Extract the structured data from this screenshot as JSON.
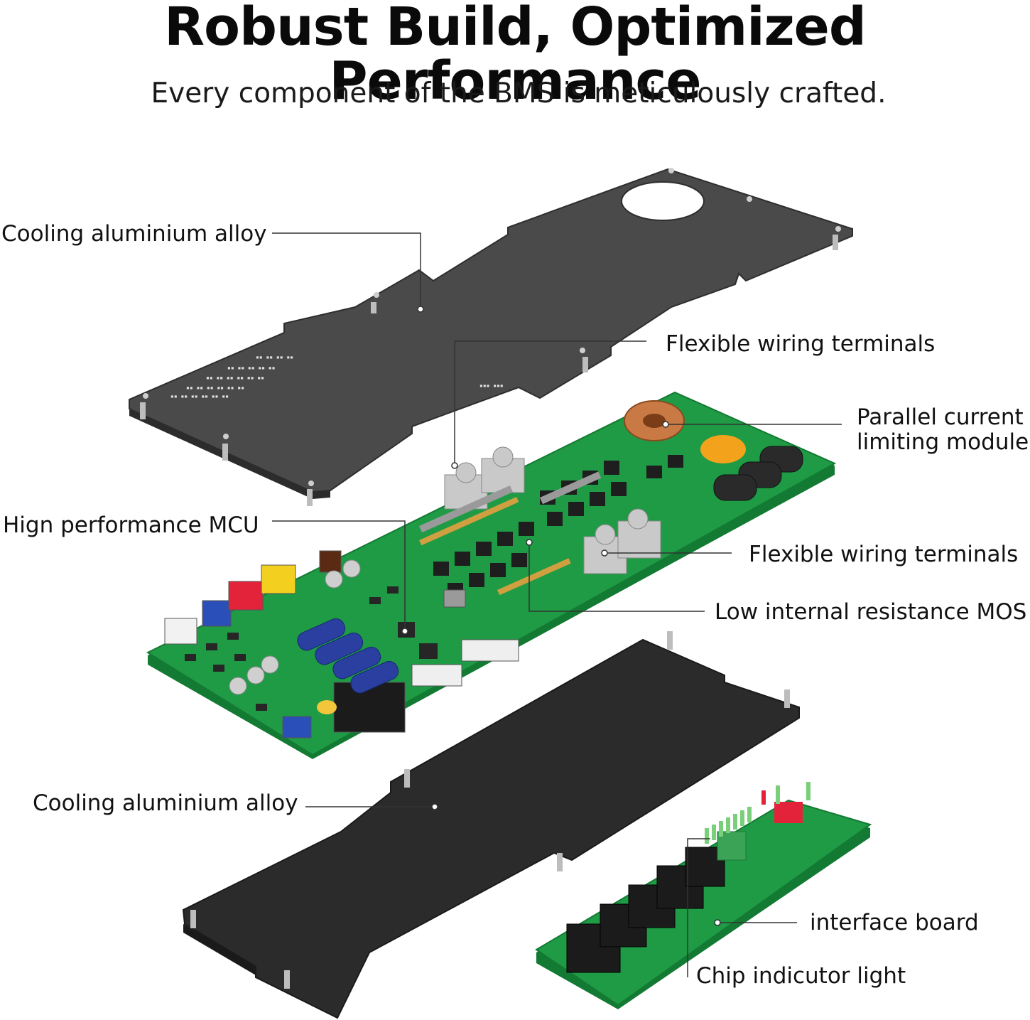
{
  "header": {
    "title": "Robust Build, Optimized Performance",
    "subtitle": "Every component of the BMS is meticulously crafted."
  },
  "callouts": {
    "top_plate": "Cooling aluminium alloy",
    "wiring_top": "Flexible wiring terminals",
    "parallel_line1": "Parallel current",
    "parallel_line2": "limiting module",
    "mcu": "Hign performance MCU",
    "wiring_bottom": "Flexible wiring terminals",
    "mos": "Low internal resistance MOS",
    "bottom_plate": "Cooling aluminium alloy",
    "interface": "interface board",
    "indicator": "Chip indicutor light"
  },
  "colors": {
    "plate": "#4a4a4a",
    "plate_bottom": "#2b2b2b",
    "pcb": "#1f9a45",
    "pcb_dark": "#137a33",
    "leader": "#333333"
  }
}
